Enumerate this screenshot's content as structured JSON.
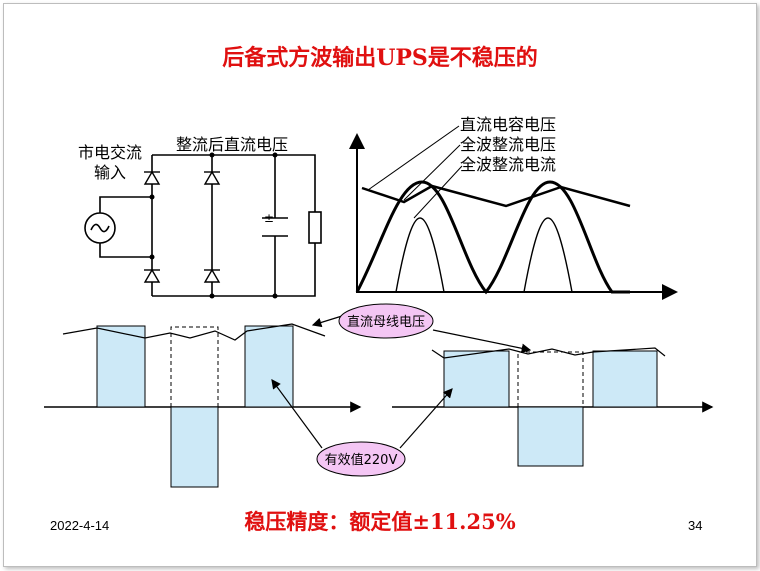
{
  "slide": {
    "title": "后备式方波输出UPS是不稳压的",
    "footer": "稳压精度：额定值±11.25%",
    "date": "2022-4-14",
    "page_number": "34"
  },
  "circuit": {
    "input_label_line1": "市电交流",
    "input_label_line2": "输入",
    "rectified_label": "整流后直流电压",
    "cap_polarity": "±"
  },
  "waveform_labels": {
    "dc_cap_voltage": "直流电容电压",
    "full_wave_voltage": "全波整流电压",
    "full_wave_current": "全波整流电流"
  },
  "callouts": {
    "dc_bus_voltage": "直流母线电压",
    "rms_value": "有效值220V"
  },
  "colors": {
    "title_red": "#e01010",
    "square_fill": "#cde9f7",
    "callout_fill": "#f4c6f4"
  }
}
